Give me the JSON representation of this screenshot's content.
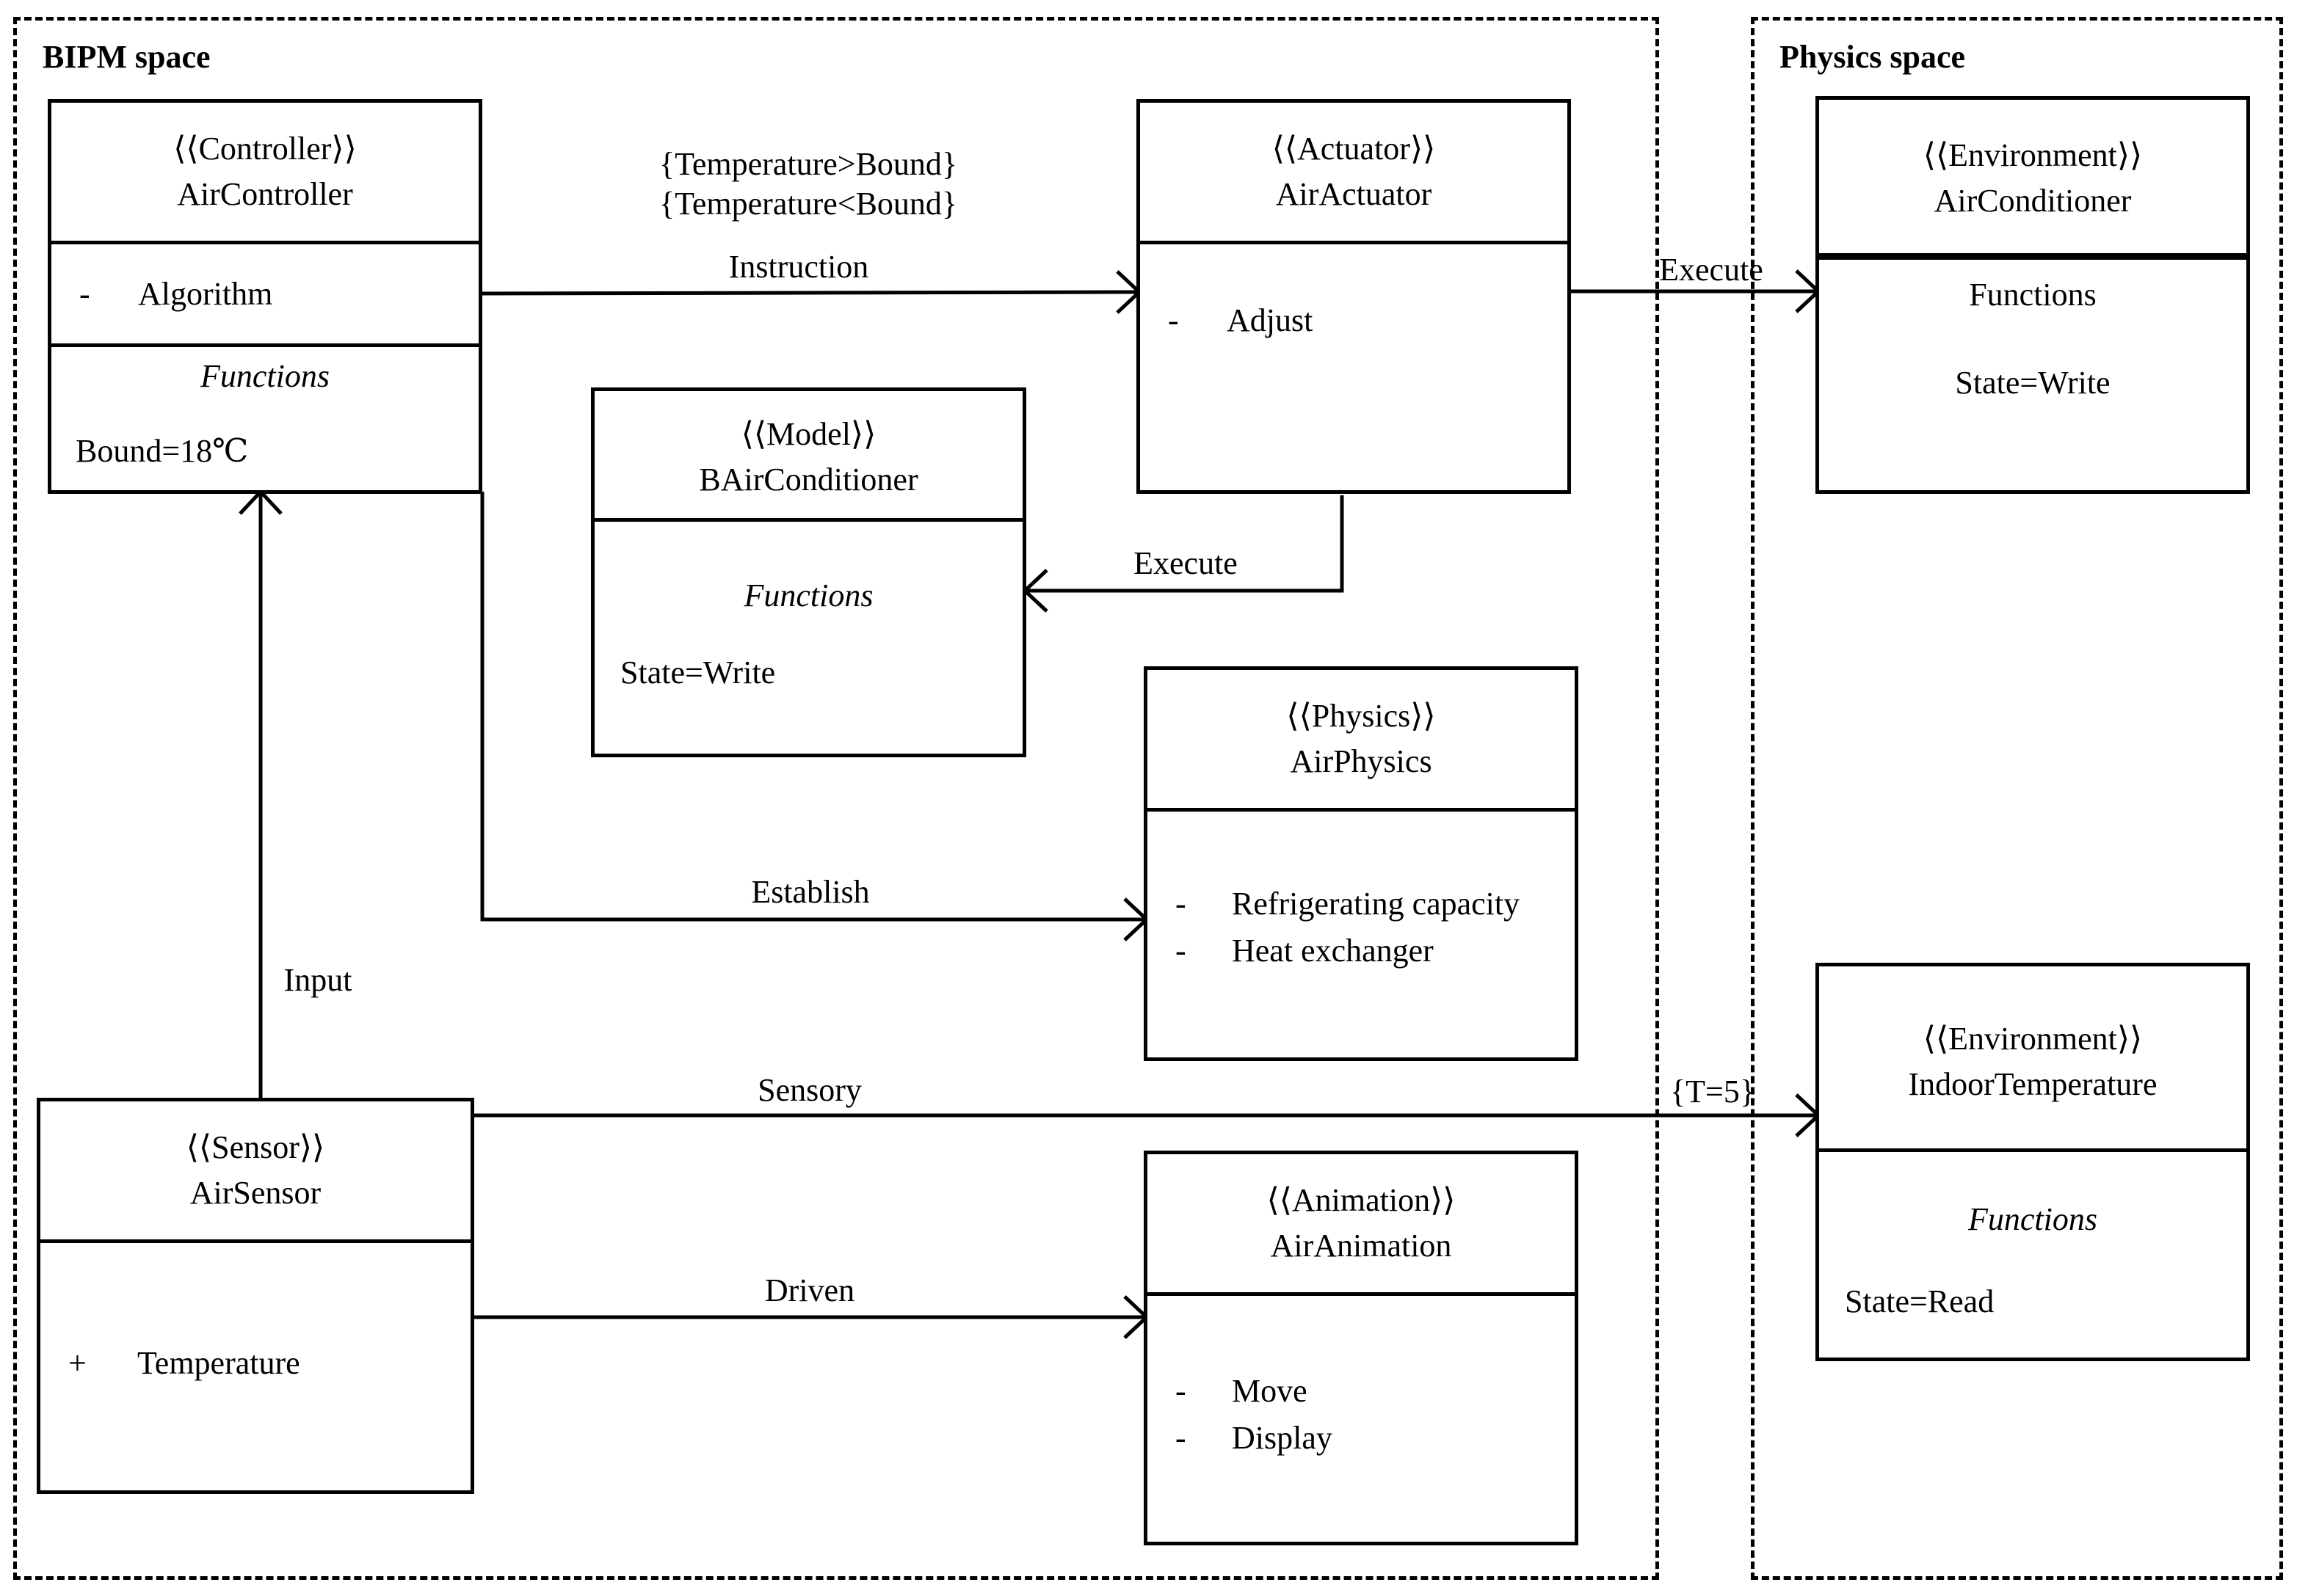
{
  "spaces": {
    "bipm": "BIPM space",
    "physics": "Physics space"
  },
  "classes": {
    "controller": {
      "stereotype": "⟨⟨Controller⟩⟩",
      "name": "AirController",
      "attr_marker": "-",
      "attr": "Algorithm",
      "functions": "Functions",
      "value": "Bound=18℃"
    },
    "actuator": {
      "stereotype": "⟨⟨Actuator⟩⟩",
      "name": "AirActuator",
      "attr_marker": "-",
      "attr": "Adjust"
    },
    "model": {
      "stereotype": "⟨⟨Model⟩⟩",
      "name": "BAirConditioner",
      "functions": "Functions",
      "value": "State=Write"
    },
    "physics": {
      "stereotype": "⟨⟨Physics⟩⟩",
      "name": "AirPhysics",
      "attr_marker_1": "-",
      "attr_1": "Refrigerating capacity",
      "attr_marker_2": "-",
      "attr_2": "Heat exchanger"
    },
    "sensor": {
      "stereotype": "⟨⟨Sensor⟩⟩",
      "name": "AirSensor",
      "attr_marker": "+",
      "attr": "Temperature"
    },
    "animation": {
      "stereotype": "⟨⟨Animation⟩⟩",
      "name": "AirAnimation",
      "attr_marker_1": "-",
      "attr_1": "Move",
      "attr_marker_2": "-",
      "attr_2": "Display"
    },
    "env_conditioner": {
      "stereotype": "⟨⟨Environment⟩⟩",
      "name": "AirConditioner",
      "functions": "Functions",
      "value": "State=Write"
    },
    "env_temperature": {
      "stereotype": "⟨⟨Environment⟩⟩",
      "name": "IndoorTemperature",
      "functions": "Functions",
      "value": "State=Read"
    }
  },
  "connections": {
    "guard_1": "{Temperature>Bound}",
    "guard_2": "{Temperature<Bound}",
    "instruction": "Instruction",
    "execute_env": "Execute",
    "execute_model": "Execute",
    "establish": "Establish",
    "input": "Input",
    "sensory": "Sensory",
    "sensory_guard": "{T=5}",
    "driven": "Driven"
  }
}
